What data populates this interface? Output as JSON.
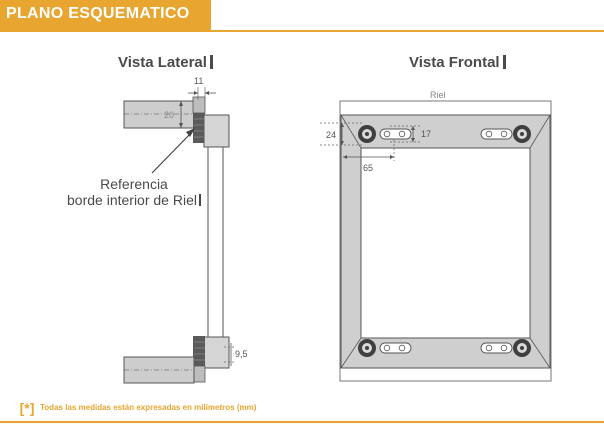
{
  "header": {
    "title": "PLANO ESQUEMATICO"
  },
  "views": {
    "lateral": {
      "title": "Vista Lateral"
    },
    "frontal": {
      "title": "Vista Frontal"
    }
  },
  "reference_label": {
    "line1": "Referencia",
    "line2": "borde interior de Riel"
  },
  "dimensions": {
    "top_offset": "11",
    "shaft_height": "20",
    "bottom_offset": "9,5",
    "rail_label": "Riel",
    "vertical_24": "24",
    "slot_17": "17",
    "horizontal_65": "65"
  },
  "footnote": {
    "icon": "[*]",
    "text": "Todas las medidas están expresadas en milímetros (mm)"
  },
  "colors": {
    "accent": "#e8a630",
    "frame_fill": "#cfcfcf",
    "outline": "#555555"
  }
}
